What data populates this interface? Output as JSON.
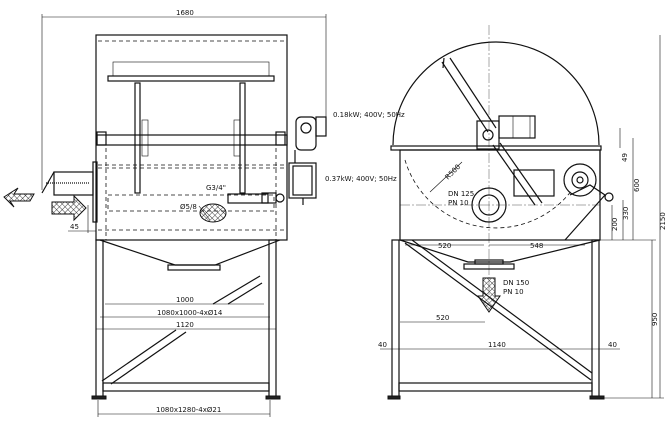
{
  "front_view": {
    "overall_width": "1680",
    "motor_brush": "0.18kW; 400V; 50Hz",
    "motor_drum": "0.37kW; 400V; 50Hz",
    "pipe_thread": "G3/4\"",
    "nozzle": "Ø5/8",
    "flange_offset": "45",
    "dim_1000": "1000",
    "dim_frame_top": "1080x1000-4xØ14",
    "dim_1120": "1120",
    "dim_frame_base": "1080x1280-4xØ21"
  },
  "side_view": {
    "drum_radius": "R500",
    "inlet_dn": "DN 125",
    "inlet_pn": "PN 10",
    "outlet_dn": "DN 150",
    "outlet_pn": "PN 10",
    "dim_520_top": "520",
    "dim_548": "548",
    "dim_520_bottom": "520",
    "dim_40_left": "40",
    "dim_1140": "1140",
    "dim_40_right": "40",
    "dim_49": "49",
    "dim_600": "600",
    "dim_330": "330",
    "dim_200": "200",
    "dim_2150": "2150",
    "dim_950": "950"
  }
}
